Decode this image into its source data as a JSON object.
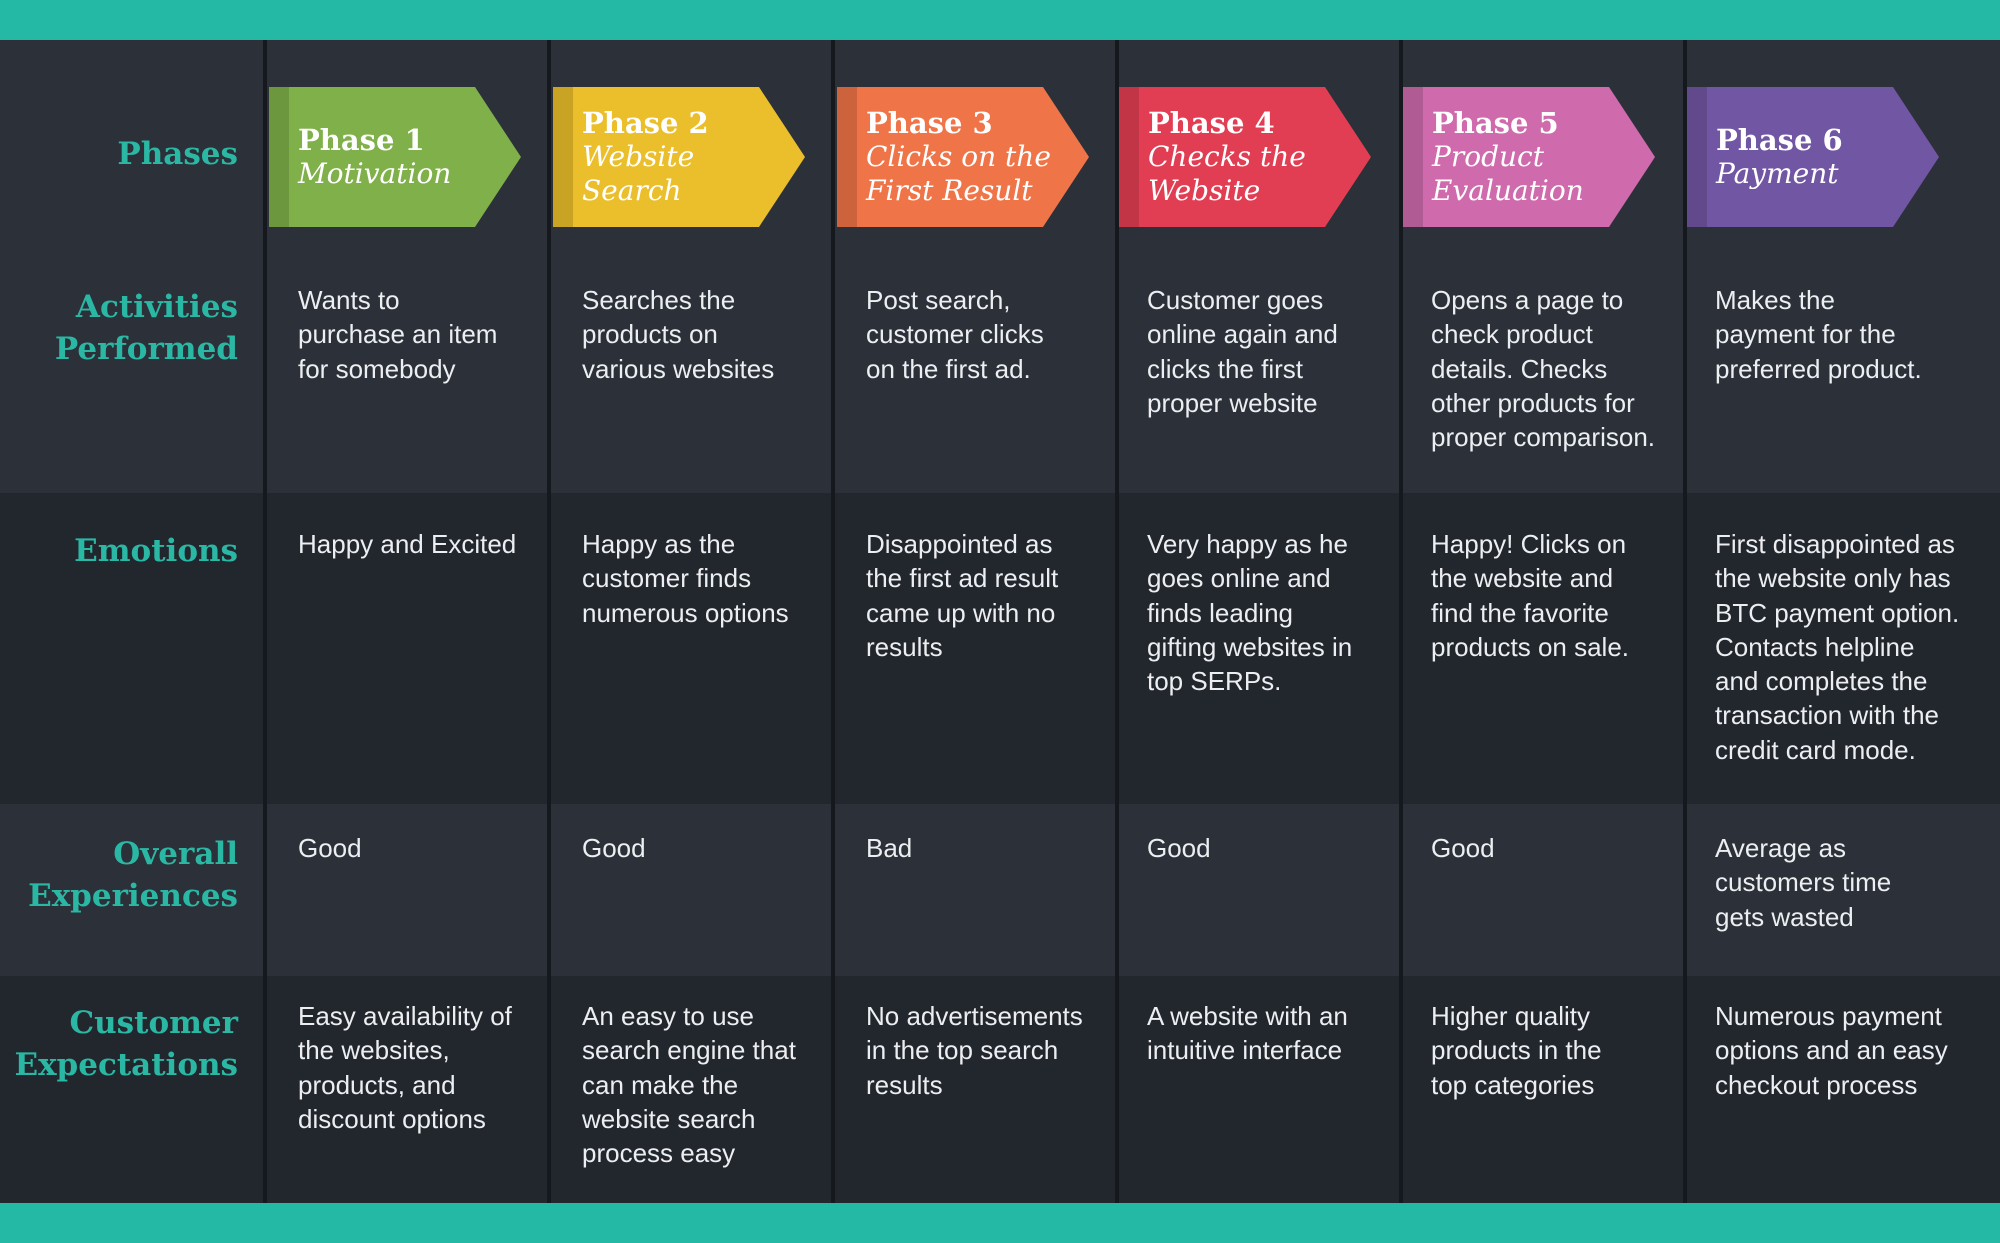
{
  "row_labels": {
    "phases": "Phases",
    "activities": "Activities\nPerformed",
    "emotions": "Emotions",
    "experiences": "Overall\nExperiences",
    "expectations": "Customer\nExpectations"
  },
  "phases": [
    {
      "number": "Phase 1",
      "name": "Motivation",
      "color": "#7fb04a",
      "activities": "Wants to\npurchase an item\nfor somebody",
      "emotions": "Happy and Excited",
      "experience": "Good",
      "expectations": "Easy availability of\nthe websites,\nproducts, and\ndiscount options"
    },
    {
      "number": "Phase 2",
      "name": "Website\nSearch",
      "color": "#ebbe2b",
      "activities": "Searches the\nproducts on\nvarious websites",
      "emotions": "Happy as the\ncustomer finds\nnumerous options",
      "experience": "Good",
      "expectations": "An easy to use\nsearch engine that\ncan make the\nwebsite search\nprocess easy"
    },
    {
      "number": "Phase 3",
      "name": "Clicks on the\nFirst Result",
      "color": "#ef7448",
      "activities": "Post search,\ncustomer clicks\non the first ad.",
      "emotions": "Disappointed as\nthe first ad result\ncame up with no\nresults",
      "experience": "Bad",
      "expectations": "No advertisements\nin the top search\nresults"
    },
    {
      "number": "Phase 4",
      "name": "Checks the\nWebsite",
      "color": "#e23e53",
      "activities": "Customer goes\nonline again and\nclicks the first\nproper website",
      "emotions": "Very happy as he\ngoes online and\nfinds leading\ngifting websites in\ntop SERPs.",
      "experience": "Good",
      "expectations": "A website with an\nintuitive interface"
    },
    {
      "number": "Phase 5",
      "name": "Product\nEvaluation",
      "color": "#cf6aad",
      "activities": "Opens a page to\ncheck product\ndetails. Checks\nother products for\nproper comparison.",
      "emotions": "Happy! Clicks on\nthe website and\nfind the favorite\nproducts on sale.",
      "experience": "Good",
      "expectations": "Higher quality\nproducts in the\ntop categories"
    },
    {
      "number": "Phase 6",
      "name": "Payment",
      "color": "#7156a3",
      "activities": "Makes the\npayment for the\npreferred product.",
      "emotions": "First disappointed as\nthe website only has\nBTC payment option.\nContacts helpline\nand completes the\ntransaction with the\ncredit card mode.",
      "experience": "Average as\ncustomers time\ngets wasted",
      "expectations": "Numerous payment\noptions and an easy\ncheckout process"
    }
  ],
  "colors": {
    "teal_band": "#24b9a5",
    "label_text": "#2ab8a5",
    "row_light": "#2b3039",
    "row_dark": "#22262d",
    "cell_text": "#eceef1"
  }
}
